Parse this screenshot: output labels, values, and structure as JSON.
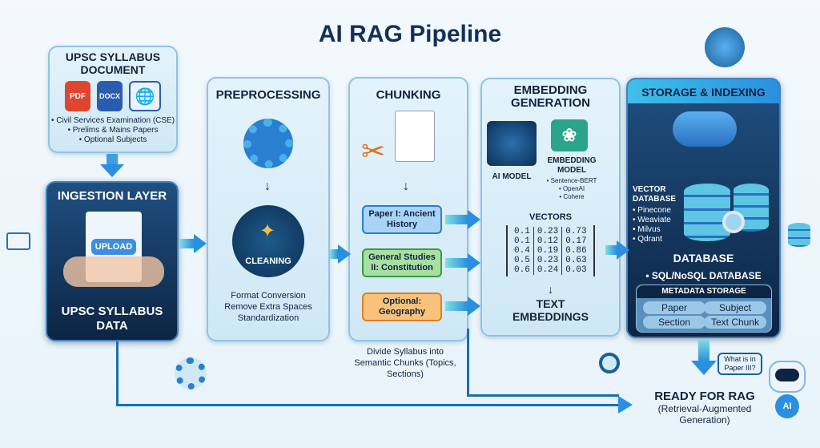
{
  "title": "AI RAG Pipeline",
  "document": {
    "title": "UPSC SYLLABUS DOCUMENT",
    "formats": [
      "PDF",
      "DOCX"
    ],
    "bullets": [
      "• Civil Services Examination (CSE)",
      "• Prelims & Mains Papers",
      "• Optional Subjects"
    ]
  },
  "ingestion": {
    "title": "INGESTION LAYER",
    "button": "UPLOAD",
    "caption": "UPSC SYLLABUS DATA"
  },
  "preprocessing": {
    "title": "PREPROCESSING",
    "badge": "CLEANING",
    "lines": [
      "Format Conversion",
      "Remove Extra Spaces",
      "Standardization"
    ]
  },
  "chunking": {
    "title": "CHUNKING",
    "chunks": [
      "Paper I: Ancient History",
      "General Studies II: Constitution",
      "Optional: Geography"
    ],
    "caption": "Divide Syllabus into Semantic Chunks (Topics, Sections)"
  },
  "embedding": {
    "title": "EMBEDDING GENERATION",
    "ai_model": "AI MODEL",
    "model_title": "EMBEDDING MODEL",
    "models": [
      "• Sentence-BERT",
      "• OpenAI",
      "• Cohere"
    ],
    "vectors_label": "VECTORS",
    "vectors": [
      [
        "0.1",
        "0.23",
        "0.73"
      ],
      [
        "0.1",
        "0.12",
        "0.17"
      ],
      [
        "0.4",
        "0.19",
        "0.86"
      ],
      [
        "0.5",
        "0.23",
        "0.63"
      ],
      [
        "0.6",
        "0.24",
        "0.03"
      ]
    ],
    "output": "TEXT EMBEDDINGS"
  },
  "storage": {
    "title": "STORAGE & INDEXING",
    "vdb_title": "VECTOR DATABASE",
    "vdbs": [
      "• Pinecone",
      "• Weaviate",
      "• Milvus",
      "• Qdrant"
    ],
    "db": "DATABASE",
    "sql": "• SQL/NoSQL DATABASE",
    "meta_title": "METADATA STORAGE",
    "meta": [
      "Paper",
      "Subject",
      "Section",
      "Text Chunk"
    ]
  },
  "rag": {
    "title": "READY FOR RAG",
    "subtitle": "(Retrieval-Augmented Generation)",
    "bubble": "What is in Paper III?",
    "robot_badge": "AI"
  },
  "colors": {
    "navy": "#0d2544",
    "accent": "#2a8fe0",
    "light": "#d6ecf8"
  }
}
